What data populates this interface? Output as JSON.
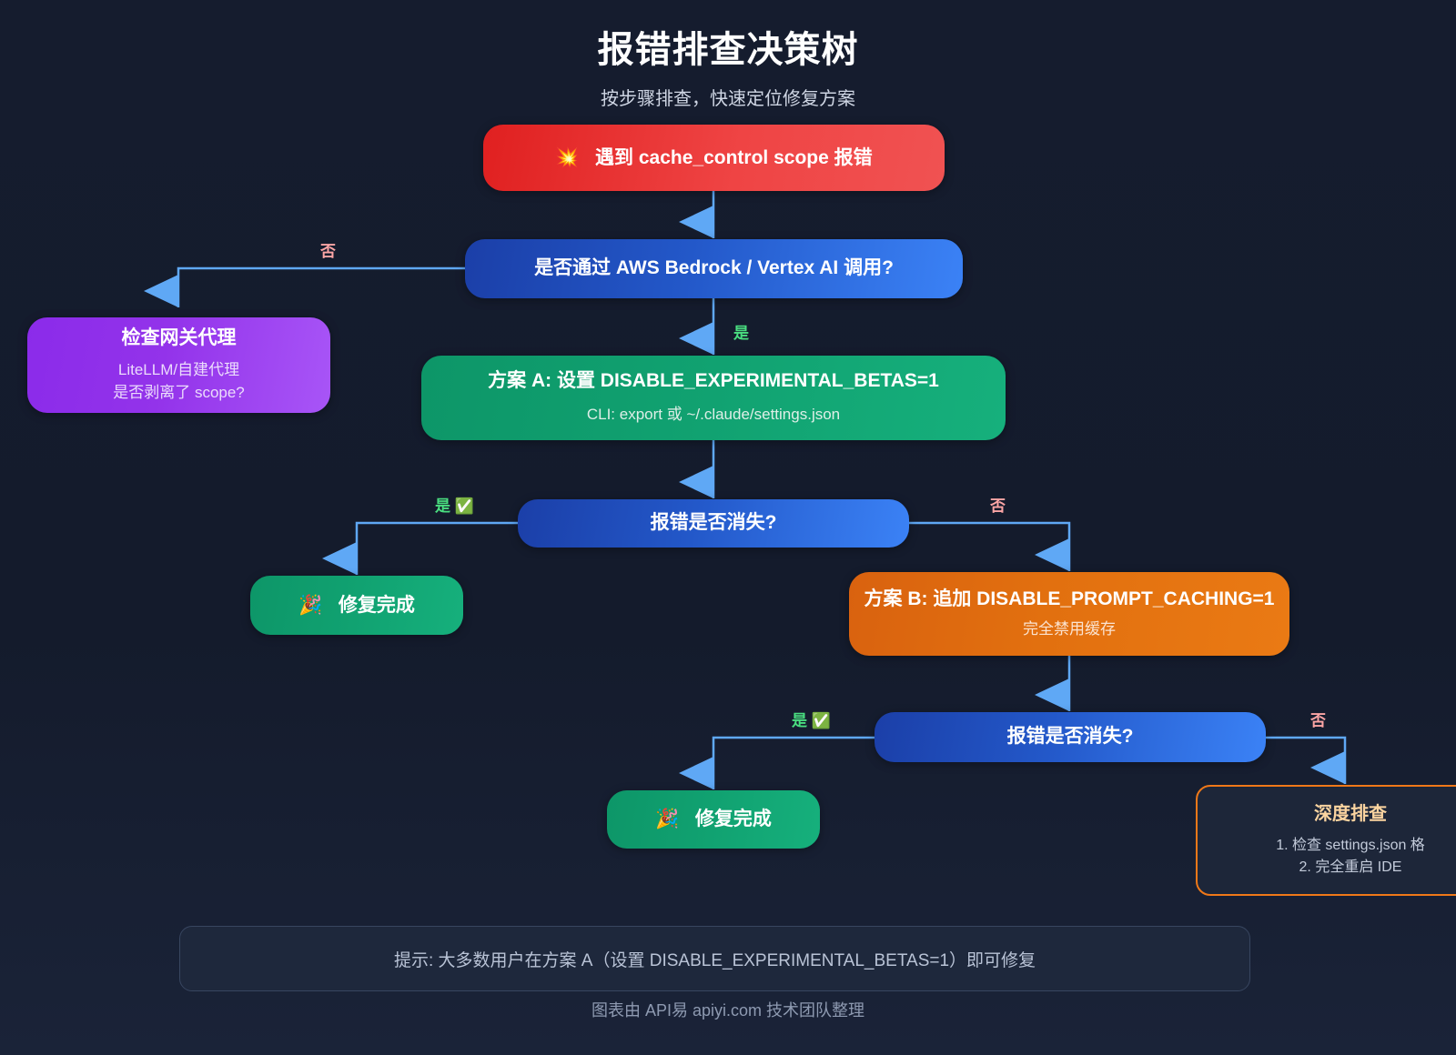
{
  "header": {
    "title": "报错排查决策树",
    "subtitle": "按步骤排查，快速定位修复方案"
  },
  "nodes": {
    "start": {
      "icon": "💥",
      "label": "遇到 cache_control scope 报错"
    },
    "decision1": {
      "label": "是否通过 AWS Bedrock / Vertex AI 调用?"
    },
    "gateway": {
      "title": "检查网关代理",
      "line1": "LiteLLM/自建代理",
      "line2": "是否剥离了 scope?"
    },
    "planA": {
      "title": "方案 A: 设置 DISABLE_EXPERIMENTAL_BETAS=1",
      "sub": "CLI: export 或 ~/.claude/settings.json"
    },
    "decision2": {
      "label": "报错是否消失?"
    },
    "done1": {
      "icon": "🎉",
      "label": "修复完成"
    },
    "planB": {
      "title": "方案 B: 追加 DISABLE_PROMPT_CACHING=1",
      "sub": "完全禁用缓存"
    },
    "decision3": {
      "label": "报错是否消失?"
    },
    "done2": {
      "icon": "🎉",
      "label": "修复完成"
    },
    "deep": {
      "title": "深度排查",
      "line1": "1. 检查 settings.json 格",
      "line2": "2. 完全重启 IDE"
    }
  },
  "edge_labels": {
    "d1_no": "否",
    "d1_yes": "是",
    "d2_yes": "是 ✅",
    "d2_no": "否",
    "d3_yes": "是 ✅",
    "d3_no": "否"
  },
  "hint": {
    "text": "提示: 大多数用户在方案 A（设置 DISABLE_EXPERIMENTAL_BETAS=1）即可修复"
  },
  "footer": {
    "text": "图表由 API易 apiyi.com 技术团队整理"
  },
  "colors": {
    "background": "#151c2e",
    "error_red": "#ef4444",
    "decision_blue": "#2358c9",
    "success_green": "#11a271",
    "gateway_purple": "#9333ea",
    "planb_orange": "#e2700f",
    "edge_blue": "#5fa8f5",
    "label_yes_green": "#4ade80",
    "label_no_red": "#fca5a5"
  }
}
